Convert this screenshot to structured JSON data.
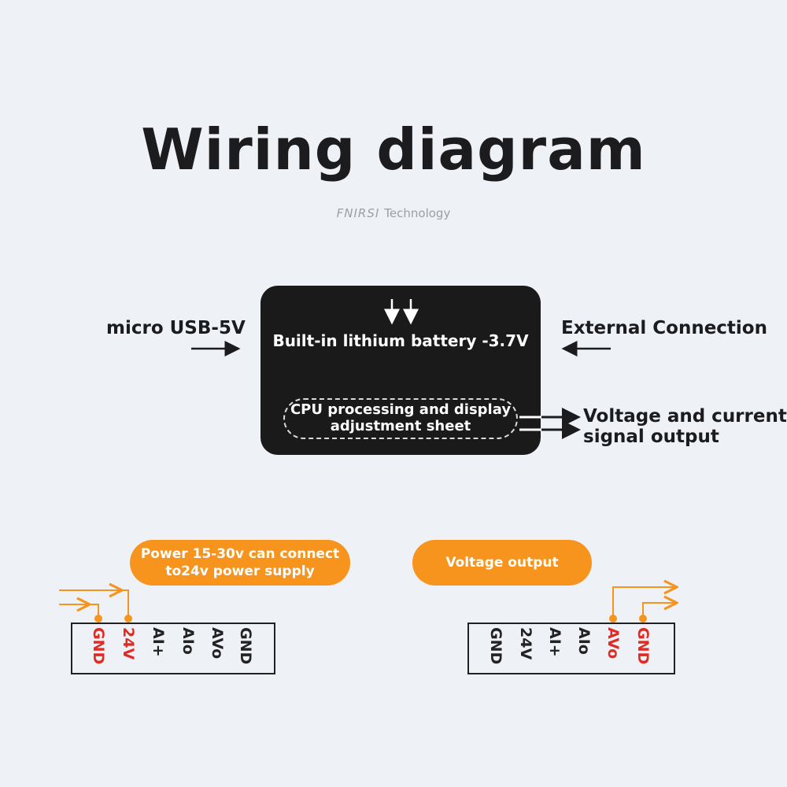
{
  "header": {
    "title": "Wiring diagram",
    "brand_logo": "FNIRSI",
    "brand_suffix": "Technology"
  },
  "device": {
    "battery_label": "Built-in lithium battery -3.7V",
    "cpu_label": "CPU processing and display adjustment sheet"
  },
  "inputs": {
    "usb_label": "micro USB-5V",
    "external_label": "External Connection"
  },
  "output": {
    "signal_label_line1": "Voltage and current",
    "signal_label_line2": "signal output"
  },
  "callouts": {
    "power_line1": "Power 15-30v can connect",
    "power_line2": "to24v power supply",
    "voltage_output": "Voltage output"
  },
  "terminals": {
    "left": [
      {
        "label": "GND",
        "highlight": true
      },
      {
        "label": "24V",
        "highlight": true
      },
      {
        "label": "AI+",
        "highlight": false
      },
      {
        "label": "AIo",
        "highlight": false
      },
      {
        "label": "AVo",
        "highlight": false
      },
      {
        "label": "GND",
        "highlight": false
      }
    ],
    "right": [
      {
        "label": "GND",
        "highlight": false
      },
      {
        "label": "24V",
        "highlight": false
      },
      {
        "label": "AI+",
        "highlight": false
      },
      {
        "label": "AIo",
        "highlight": false
      },
      {
        "label": "AVo",
        "highlight": true
      },
      {
        "label": "GND",
        "highlight": true
      }
    ]
  },
  "colors": {
    "accent": "#f7941d",
    "highlight_text": "#e02a24",
    "device_fill": "#1a1a1a",
    "background": "#eef1f6"
  }
}
